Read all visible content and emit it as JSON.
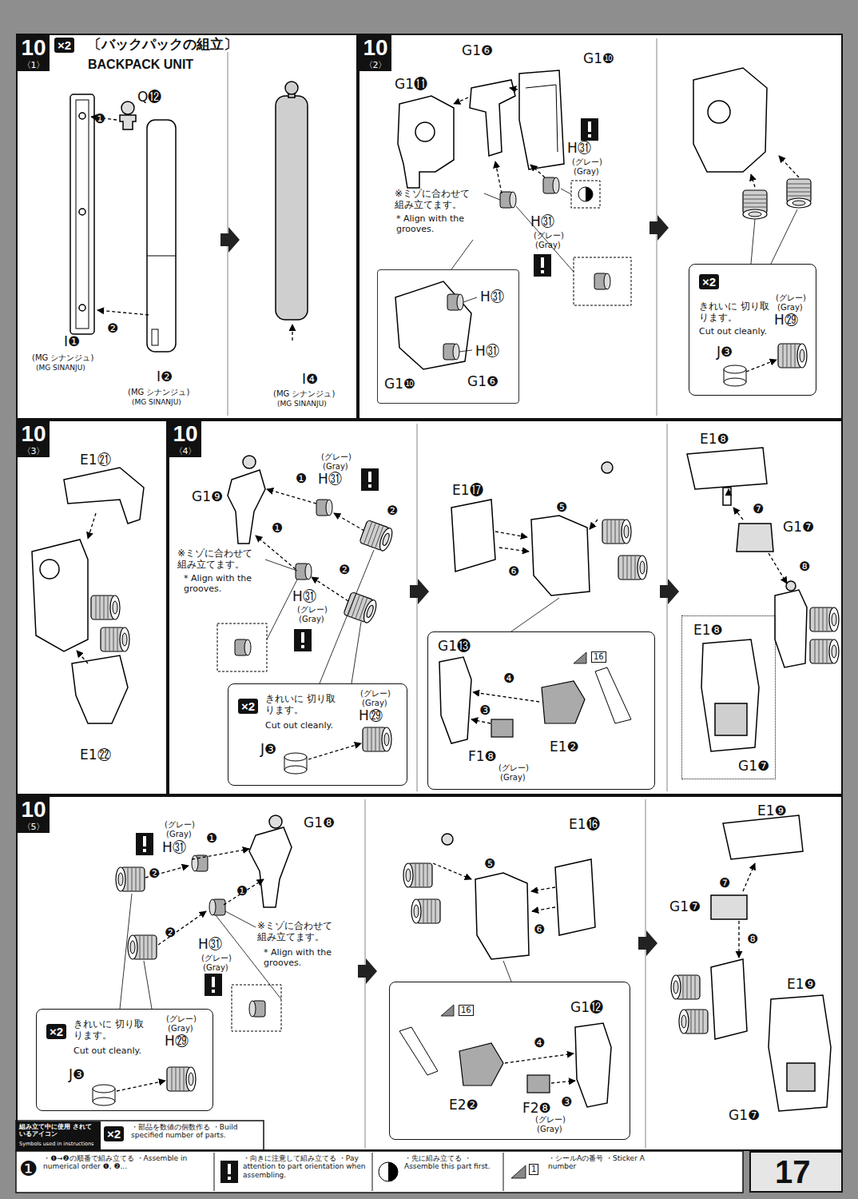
{
  "diagram": {
    "nodes": [
      {
        "text": [
          "10",
          "〈1〉",
          "×2",
          "〔バックパックの組立〕",
          "BACKPACK UNIT"
        ]
      },
      {
        "text": [
          "10",
          "〈2〉"
        ]
      },
      {
        "text": [
          "H㉛",
          "H㉛",
          "G1❿",
          "G1❻"
        ],
        "in": 1
      },
      {
        "text": [
          "×2",
          "きれいに 切り取ります。",
          "Cut out cleanly.",
          "(グレー)",
          "(Gray)",
          "H㉙",
          "J❸"
        ],
        "in": 1
      },
      {
        "text": [
          "10",
          "〈3〉"
        ]
      },
      {
        "text": [
          "10",
          "〈4〉"
        ]
      },
      {
        "text": [
          "×2",
          "きれいに 切り取ります。",
          "Cut out cleanly.",
          "(グレー)",
          "(Gray)",
          "H㉙",
          "J❸"
        ],
        "in": 5
      },
      {
        "text": [
          "G1⓭",
          "16",
          "F1❽",
          "(グレー)",
          "(Gray)",
          "E1❷"
        ],
        "in": 5
      },
      {
        "text": [
          "E1❽",
          "G1❼"
        ],
        "in": 5
      },
      {
        "text": [
          "10",
          "〈5〉"
        ]
      },
      {
        "text": [
          "×2",
          "きれいに 切り取ります。",
          "Cut out cleanly.",
          "(グレー)",
          "(Gray)",
          "H㉙",
          "J❸"
        ],
        "in": 9
      },
      {
        "text": [
          "16",
          "G1⓬",
          "E2❷",
          "F2❽",
          "(グレー)",
          "(Gray)"
        ],
        "in": 9
      },
      {
        "text": [
          "組み立て中に使用 されているアイコン",
          "Symbols used in instructions"
        ]
      },
      {
        "text": [
          "17"
        ]
      }
    ],
    "labels": [
      "Q⓬",
      "❶",
      "❷",
      "I❶",
      "(MG シナンジュ)",
      "(MG SINANJU)",
      "I❷",
      "(MG シナンジュ)",
      "(MG SINANJU)",
      "I❹",
      "(MG シナンジュ)",
      "(MG SINANJU)",
      "G1❻",
      "G1❿",
      "G1⓫",
      "H㉛",
      "(グレー)",
      "(Gray)",
      "※ミゾに合わせて 組み立てます。",
      "* Align with the grooves.",
      "H㉛",
      "(グレー)",
      "(Gray)",
      "E1㉑",
      "E1㉒",
      "G1❾",
      "❶",
      "(グレー)",
      "(Gray)",
      "H㉛",
      "❷",
      "❶",
      "❷",
      "※ミゾに合わせて 組み立てます。",
      "* Align with the grooves.",
      "H㉛",
      "(グレー)",
      "(Gray)",
      "E1⓱",
      "❺",
      "❻",
      "❹",
      "❸",
      "E1❽",
      "❼",
      "G1❼",
      "❽",
      "(グレー)",
      "(Gray)",
      "H㉛",
      "❶",
      "G1❽",
      "❷",
      "❶",
      "❷",
      "※ミゾに合わせて 組み立てます。",
      "* Align with the grooves.",
      "H㉛",
      "(グレー)",
      "(Gray)",
      "E1⓰",
      "❺",
      "❻",
      "❹",
      "❸",
      "E1❾",
      "❼",
      "G1❼",
      "❽",
      "E1❾",
      "G1❼",
      "×2",
      "❶",
      "1"
    ],
    "legend": [
      {
        "text": "・部品を数値の個数作る ・Build specified number of parts."
      },
      {
        "text": "・❶→❷の順番で組み立てる ・Assemble in numerical order ❶, ❷..."
      },
      {
        "text": "・向きに注意して組み立てる ・Pay attention to part orientation when assembling."
      },
      {
        "text": "・先に組み立てる ・Assemble this part first."
      },
      {
        "text": "・シールAの番号 ・Sticker A number"
      }
    ]
  }
}
